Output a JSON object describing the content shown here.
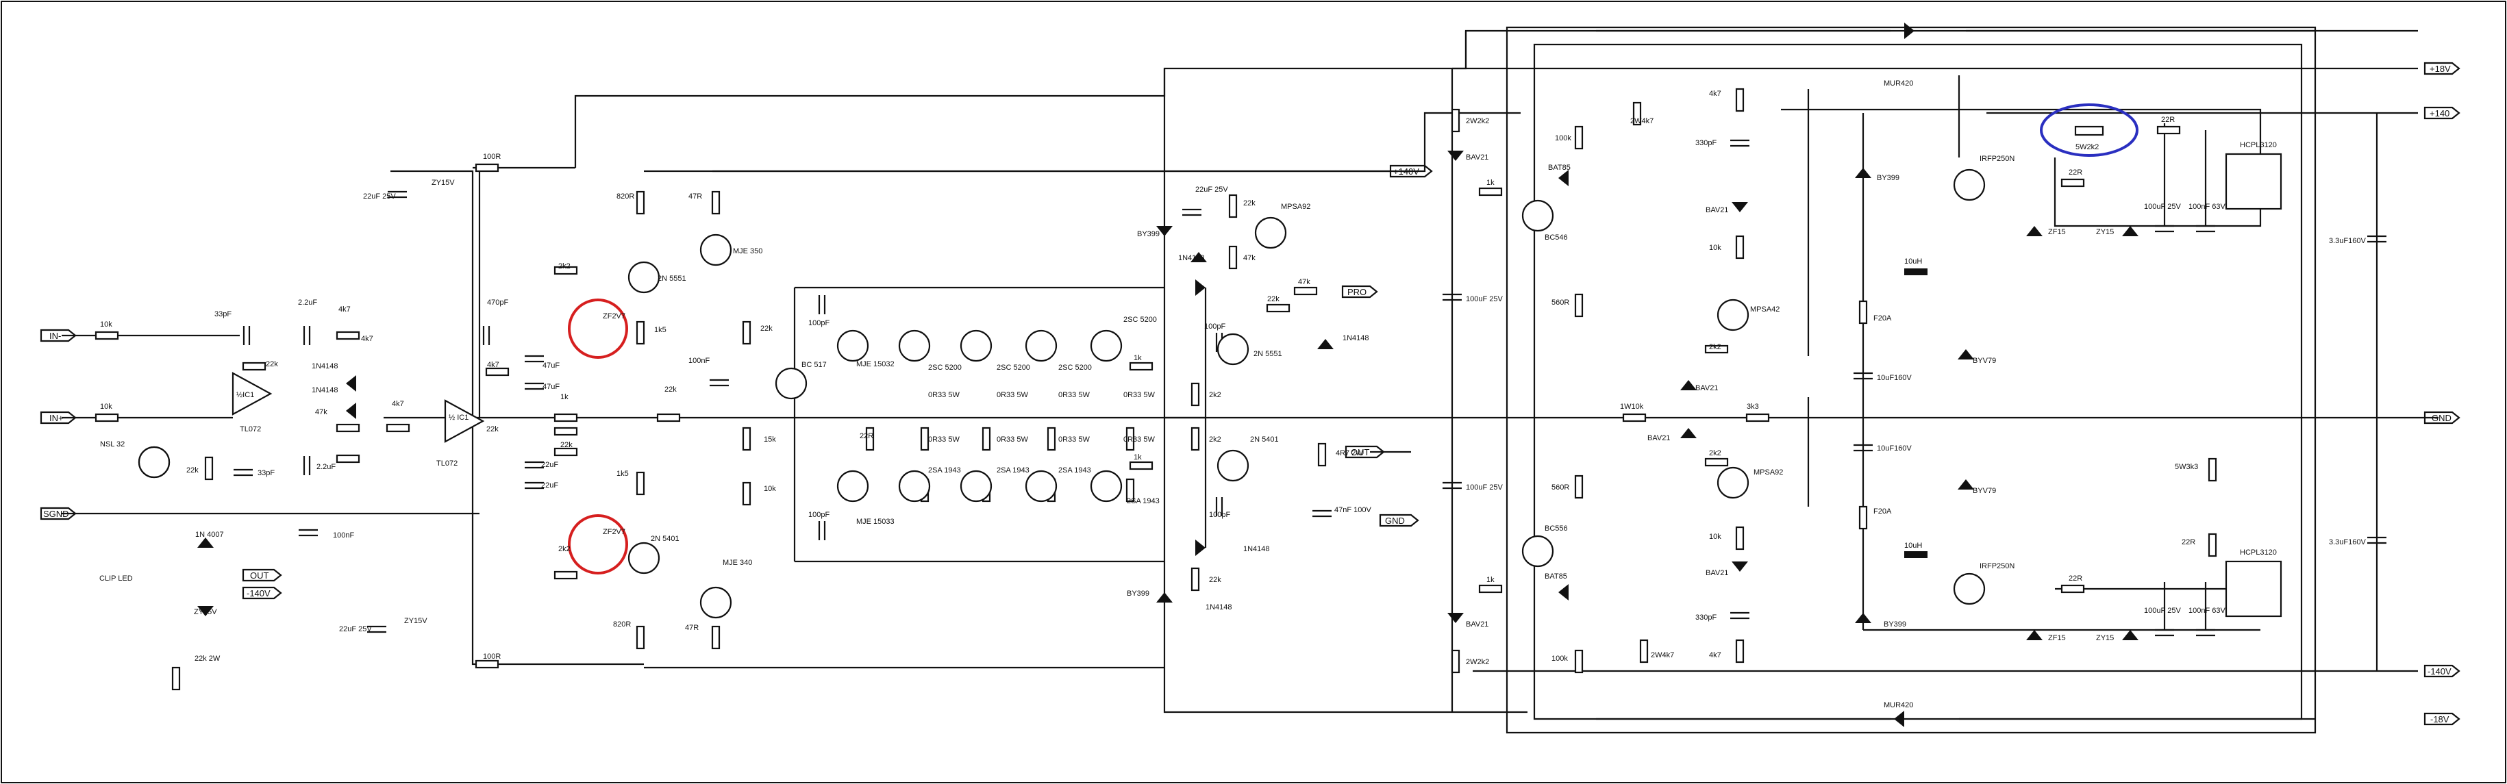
{
  "ports": {
    "in_minus": "IN-",
    "in_plus": "IN+",
    "sgnd": "SGND",
    "out_left": "OUT",
    "v140_left": "-140V",
    "v140_top": "+140V",
    "prot": "PRO",
    "out_mid": "OUT",
    "gnd_mid": "GND",
    "v18_top": "+18V",
    "v140_right_top": "+140",
    "gnd_right": "GND",
    "v140_right_bot": "-140V",
    "v18_bot": "-18V"
  },
  "labels": {
    "r10k_a": "10k",
    "r10k_b": "10k",
    "c33pf_a": "33pF",
    "c22k_a": "22k",
    "ic1a": "½IC1",
    "tl072_a": "TL072",
    "ldr": "NSL 32",
    "r22k_b": "22k",
    "c33pf_b": "33pF",
    "d1n4007": "1N 4007",
    "clip_led": "CLIP LED",
    "zy15v_a": "ZY15V",
    "r22k2w": "22k 2W",
    "c22uf_a": "2.2uF",
    "r4k7_a": "4k7",
    "r4k7_b": "4k7",
    "d1n4148_a": "1N4148",
    "d1n4148_b": "1N4148",
    "r47k": "47k",
    "c22uf_b": "2.2uF",
    "r4k7_c": "4k7",
    "ic1b": "½ IC1",
    "tl072_b": "TL072",
    "c100nf_a": "100nF",
    "c470pf": "470pF",
    "r4k7_d": "4k7",
    "c47uf_a": "47uF",
    "c47uf_b": "47uF",
    "r1k_a": "1k",
    "r22k_c": "22k",
    "r22k_d": "22k",
    "c22uf_c": "22uF",
    "c22uf_d": "22uF",
    "r100r_a": "100R",
    "c22uf25v_a": "22uF 25V",
    "zy15v_b": "ZY15V",
    "r100r_b": "100R",
    "c22uf25v_b": "22uF 25V",
    "zy15v_c": "ZY15V",
    "r820r_a": "820R",
    "r47r_a": "47R",
    "q2n5551_a": "2N 5551",
    "mje350": "MJE 350",
    "r2k2_a": "2k2",
    "zf2v7_a": "ZF2V7",
    "r1k5_a": "1k5",
    "c100nf_b": "100nF",
    "r22k_e": "22k",
    "r1k5_b": "1k5",
    "zf2v7_b": "ZF2V7",
    "r2k2_b": "2k2",
    "q2n5401_a": "2N 5401",
    "mje340": "MJE 340",
    "r820r_b": "820R",
    "r47r_b": "47R",
    "c100pf_a": "100pF",
    "r22k_f": "22k",
    "bc517": "BC 517",
    "r15k": "15k",
    "r10k_pot": "10k",
    "mje15032": "MJE 15032",
    "r22r_a": "22R",
    "mje15033": "MJE 15033",
    "c100pf_b": "100pF",
    "q2sc5200_a": "2SC 5200",
    "q2sc5200_b": "2SC 5200",
    "q2sc5200_c": "2SC 5200",
    "q2sc5200_d": "2SC 5200",
    "r0r33_a": "0R33 5W",
    "r0r33_b": "0R33 5W",
    "r0r33_c": "0R33 5W",
    "r0r33_d": "0R33 5W",
    "r0r33_e": "0R33 5W",
    "r0r33_f": "0R33 5W",
    "r0r33_g": "0R33 5W",
    "r0r33_h": "0R33 5W",
    "q2sa1943_a": "2SA 1943",
    "q2sa1943_b": "2SA 1943",
    "q2sa1943_c": "2SA 1943",
    "q2sa1943_d": "2SA 1943",
    "r1k_b": "1k",
    "r1k_c": "1k",
    "by399_a": "BY399",
    "c22uf25v_c": "22uF 25V",
    "d1n4148_c": "1N4148",
    "r22k_g": "22k",
    "r47k_b": "47k",
    "mpsa92_a": "MPSA92",
    "r47k_c": "47k",
    "r22k_h": "22k",
    "d1n4148_d": "1N4148",
    "c100pf_c": "100pF",
    "q2n5551_b": "2N 5551",
    "r2k2_c": "2k2",
    "r2k2_d": "2k2",
    "q2n5401_b": "2N 5401",
    "c100pf_d": "100pF",
    "d1n4148_e": "1N4148",
    "r22k_i": "22k",
    "by399_b": "BY399",
    "d1n4148_f": "1N4148",
    "r4r7": "4R7 2W",
    "c47nf": "47nF 100V",
    "r2w2k2_a": "2W2k2",
    "bav21_a": "BAV21",
    "r1k_d": "1k",
    "c100uf25v_a": "100uF 25V",
    "c100uf25v_b": "100uF 25V",
    "r1k_e": "1k",
    "bav21_b": "BAV21",
    "r2w2k2_b": "2W2k2",
    "bat85_a": "BAT85",
    "r100k_a": "100k",
    "bc546": "BC546",
    "r560r_a": "560R",
    "r1w10k": "1W10k",
    "r560r_b": "560R",
    "bc556": "BC556",
    "bat85_b": "BAT85",
    "r100k_b": "100k",
    "r2w4k7_a": "2W4k7",
    "r2w4k7_b": "2W4k7",
    "r4k7_e": "4k7",
    "c330pf_a": "330pF",
    "bav21_c": "BAV21",
    "r10k_c": "10k",
    "mpsa42": "MPSA42",
    "r2k2_e": "2k2",
    "bav21_d": "BAV21",
    "bav21_e": "BAV21",
    "r3k3": "3k3",
    "r2k2_f": "2k2",
    "mpsa92_b": "MPSA92",
    "r10k_d": "10k",
    "bav21_f": "BAV21",
    "c330pf_b": "330pF",
    "r4k7_f": "4k7",
    "mur420_a": "MUR420",
    "mur420_b": "MUR420",
    "by399_c": "BY399",
    "f20a_a": "F20A",
    "c10uf160v_a": "10uF160V",
    "c10uf160v_b": "10uF160V",
    "f20a_b": "F20A",
    "by399_d": "BY399",
    "irfp250n_a": "IRFP250N",
    "r22r_b": "22R",
    "zf15_a": "ZF15",
    "zy15_a": "ZY15",
    "c100uf25v_c": "100uF 25V",
    "c100nf63v_a": "100nF 63V",
    "l10uh_a": "10uH",
    "byv79_a": "BYV79",
    "byv79_b": "BYV79",
    "l10uh_b": "10uH",
    "irfp250n_b": "IRFP250N",
    "r22r_c": "22R",
    "zf15_b": "ZF15",
    "zy15_b": "ZY15",
    "c100uf25v_d": "100uF 25V",
    "c100nf63v_b": "100nF 63V",
    "r5w2k2": "5W2k2",
    "r22r_d": "22R",
    "hcpl_a": "HCPL3120",
    "hcpl_b": "HCPL3120",
    "r5w3k3": "5W3k3",
    "r22r_e": "22R",
    "c33uf160v_a": "3.3uF160V",
    "c33uf160v_b": "3.3uF160V"
  }
}
